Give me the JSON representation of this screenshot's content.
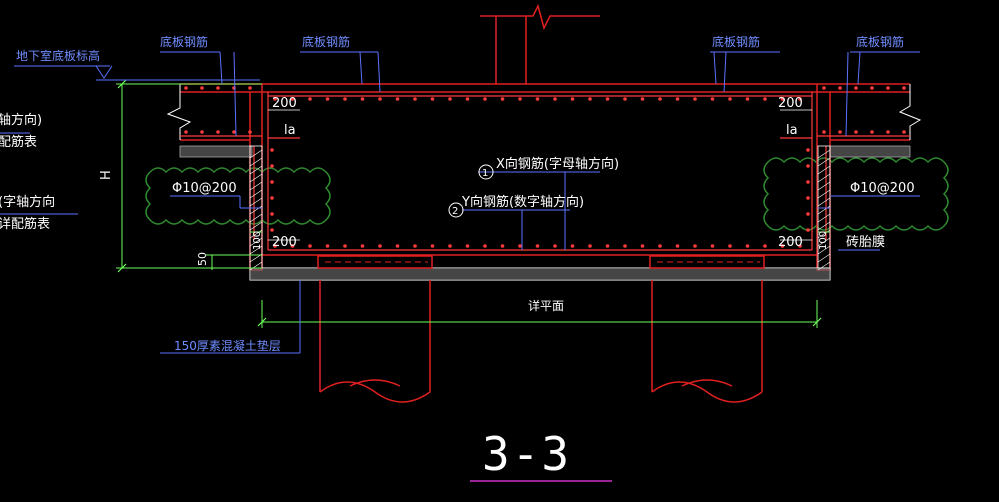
{
  "drawing": {
    "title": "3-3",
    "colors": {
      "background": "#000000",
      "concrete_outline": "#e02020",
      "rebar": "#ff3b3b",
      "leader_blue": "#5a72ff",
      "dimension_green": "#6dff5a",
      "text_white": "#ffffff",
      "cloud_green": "#2f8a2f",
      "title_underline": "#cc33cc"
    },
    "labels": {
      "slab_level": "地下室底板标高",
      "bottom_rebar_1": "底板钢筋",
      "bottom_rebar_2": "底板钢筋",
      "bottom_rebar_3": "底板钢筋",
      "bottom_rebar_4": "底板钢筋",
      "left_clip_1a": "轴方向)",
      "left_clip_1b": "配筋表",
      "left_clip_2a": "(字轴方向",
      "left_clip_2b": "详配筋表",
      "dim_200_tl": "200",
      "dim_200_tr": "200",
      "dim_200_bl": "200",
      "dim_200_br": "200",
      "la_left": "la",
      "la_right": "la",
      "phi_left": "Φ10@200",
      "phi_right": "Φ10@200",
      "x_rebar_num": "1",
      "x_rebar": "X向钢筋(字母轴方向)",
      "y_rebar_num": "2",
      "y_rebar": "Y向钢筋(数字轴方向)",
      "dim_H": "H",
      "dim_50": "50",
      "dim_100_left": "100",
      "dim_100_right": "100",
      "brick_membrane": "砖胎膜",
      "detail_plan": "详平面",
      "cushion": "150厚素混凝土垫层"
    }
  }
}
